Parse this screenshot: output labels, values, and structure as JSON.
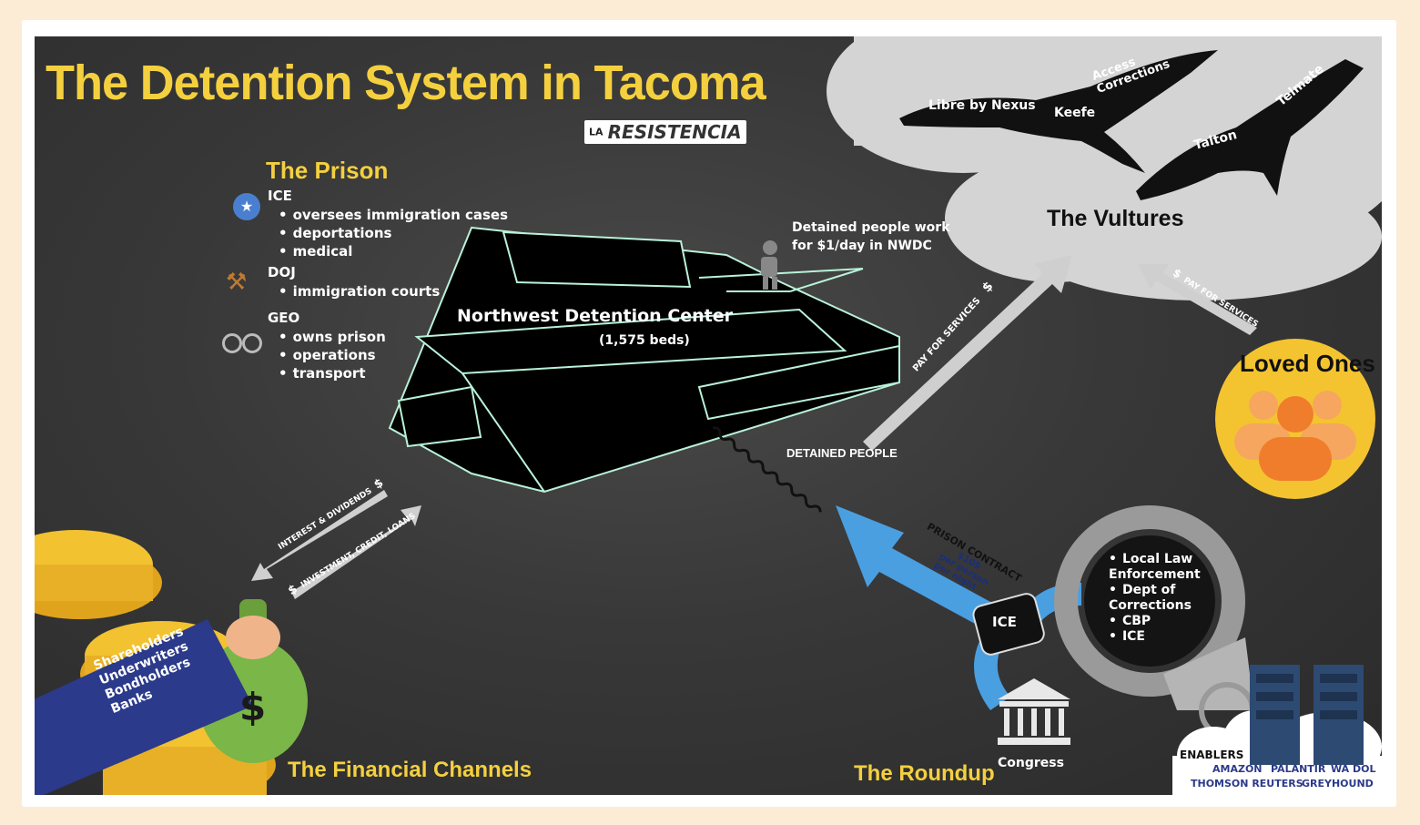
{
  "header": {
    "title": "The Detention System in Tacoma",
    "logo_prefix": "LA",
    "logo_text": "RESISTENCIA"
  },
  "prison": {
    "heading": "The Prison",
    "agencies": [
      {
        "name": "ICE",
        "icon": "badge-icon",
        "items": [
          "oversees immigration cases",
          "deportations",
          "medical"
        ]
      },
      {
        "name": "DOJ",
        "icon": "gavel-icon",
        "items": [
          "immigration courts"
        ]
      },
      {
        "name": "GEO",
        "icon": "handcuffs-icon",
        "items": [
          "owns prison",
          "operations",
          "transport"
        ]
      }
    ]
  },
  "facility": {
    "name": "Northwest Detention Center",
    "beds": "(1,575 beds)",
    "work_note_line1": "Detained people work",
    "work_note_line2": "for $1/day in NWDC"
  },
  "vultures": {
    "heading": "The Vultures",
    "companies": [
      "Libre by Nexus",
      "Keefe",
      "Access Corrections",
      "Talton",
      "Telmate"
    ]
  },
  "flows": {
    "detained_people": "DETAINED PEOPLE",
    "pay_for_services_1": "PAY FOR SERVICES",
    "pay_for_services_2": "PAY FOR SERVICES",
    "dollar_sign": "$",
    "interest": "INTEREST & DIVIDENDS",
    "investment": "INVESTMENT, CREDIT, LOANS",
    "prison_contract": "PRISON CONTRACT",
    "rate_line1": "$109",
    "rate_line2": "per person",
    "rate_line3": "per night"
  },
  "loved_ones": {
    "label": "Loved Ones"
  },
  "financial": {
    "heading": "The Financial Channels",
    "parties": [
      "Shareholders",
      "Underwriters",
      "Bondholders",
      "Banks"
    ],
    "bag_symbol": "$"
  },
  "roundup": {
    "heading": "The Roundup",
    "congress": "Congress",
    "ice_label": "ICE",
    "agencies": [
      "Local Law Enforcement",
      "Dept of Corrections",
      "CBP",
      "ICE"
    ]
  },
  "enablers": {
    "heading": "ENABLERS",
    "names": [
      "AMAZON",
      "PALANTIR",
      "WA DOL",
      "THOMSON REUTERS",
      "GREYHOUND"
    ]
  },
  "colors": {
    "accent_yellow": "#f4d03f",
    "arrow_blue": "#4a9fe0",
    "cloud_gray": "#d4d4d4",
    "loved_ones_circle": "#f4c430",
    "people_orange": "#f07d2c",
    "sleeve_blue": "#2b3a8a",
    "money_green": "#7ab648"
  }
}
